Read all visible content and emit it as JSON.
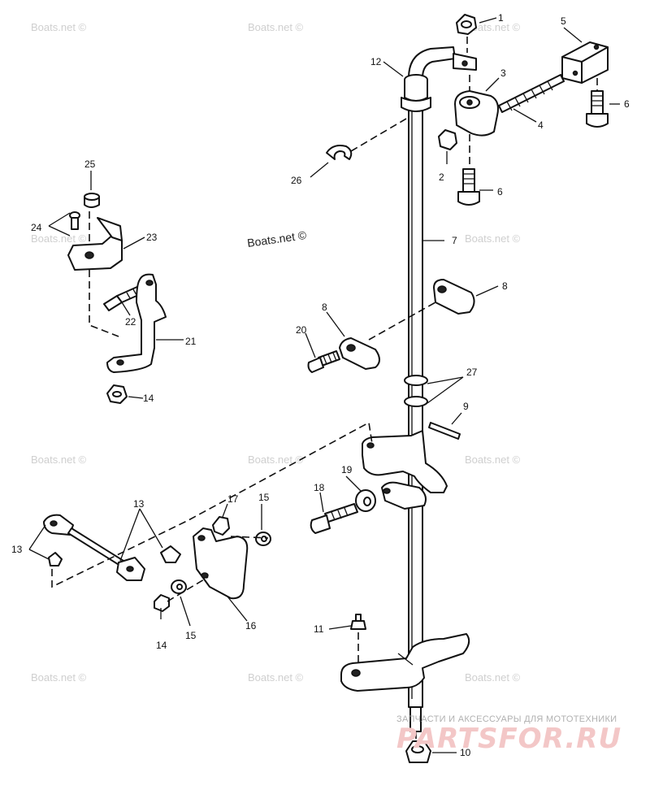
{
  "watermarks": {
    "repeat_text": "Boats.net ©",
    "main_text": "Boats.net ©",
    "shop_caption": "ЗАПЧАСТИ И АКСЕССУАРЫ ДЛЯ МОТОТЕХНИКИ",
    "shop_logo": "PARTSFOR.RU"
  },
  "callouts": {
    "c1": "1",
    "c2": "2",
    "c3": "3",
    "c4": "4",
    "c5": "5",
    "c6a": "6",
    "c6b": "6",
    "c7": "7",
    "c8a": "8",
    "c8b": "8",
    "c9": "9",
    "c10": "10",
    "c11": "11",
    "c12": "12",
    "c13a": "13",
    "c13b": "13",
    "c14a": "14",
    "c14b": "14",
    "c15a": "15",
    "c15b": "15",
    "c16": "16",
    "c17": "17",
    "c18": "18",
    "c19": "19",
    "c20": "20",
    "c21": "21",
    "c22": "22",
    "c23": "23",
    "c24": "24",
    "c25": "25",
    "c26": "26",
    "c27": "27"
  }
}
